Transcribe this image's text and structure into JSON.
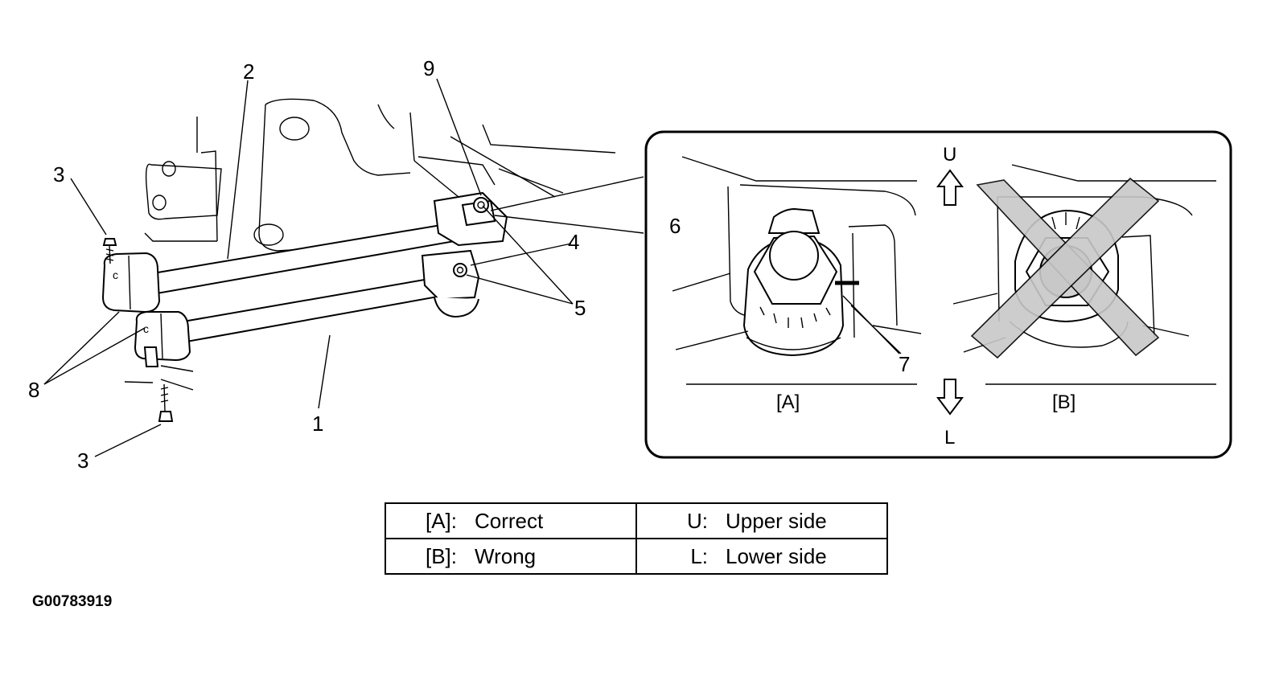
{
  "callouts": {
    "c1": "1",
    "c2": "2",
    "c3a": "3",
    "c3b": "3",
    "c4": "4",
    "c5": "5",
    "c6": "6",
    "c7": "7",
    "c8": "8",
    "c9": "9"
  },
  "inset": {
    "label_a": "[A]",
    "label_b": "[B]",
    "upper_letter": "U",
    "lower_letter": "L"
  },
  "legend": {
    "rows": [
      {
        "left_key": "[A]:",
        "left_val": "Correct",
        "right_key": "U:",
        "right_val": "Upper side"
      },
      {
        "left_key": "[B]:",
        "left_val": "Wrong",
        "right_key": "L:",
        "right_val": "Lower side"
      }
    ]
  },
  "figure_id": "G00783919"
}
